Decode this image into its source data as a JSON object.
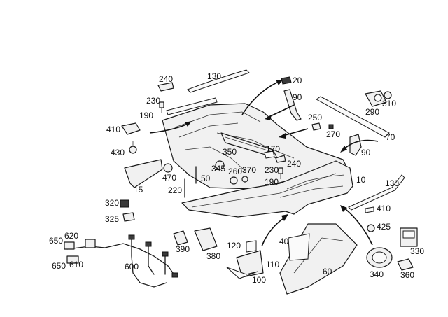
{
  "callouts": [
    {
      "id": "c240a",
      "text": "240"
    },
    {
      "id": "c130a",
      "text": "130"
    },
    {
      "id": "c20",
      "text": "20"
    },
    {
      "id": "c230a",
      "text": "230"
    },
    {
      "id": "c90a",
      "text": "90"
    },
    {
      "id": "c190a",
      "text": "190"
    },
    {
      "id": "c290",
      "text": "290"
    },
    {
      "id": "c310",
      "text": "310"
    },
    {
      "id": "c250",
      "text": "250"
    },
    {
      "id": "c410a",
      "text": "410"
    },
    {
      "id": "c270",
      "text": "270"
    },
    {
      "id": "c70",
      "text": "70"
    },
    {
      "id": "c430",
      "text": "430"
    },
    {
      "id": "c350",
      "text": "350"
    },
    {
      "id": "c170",
      "text": "170"
    },
    {
      "id": "c90b",
      "text": "90"
    },
    {
      "id": "c230b",
      "text": "230"
    },
    {
      "id": "c240b",
      "text": "240"
    },
    {
      "id": "c345",
      "text": "345"
    },
    {
      "id": "c260",
      "text": "260"
    },
    {
      "id": "c370",
      "text": "370"
    },
    {
      "id": "c470",
      "text": "470"
    },
    {
      "id": "c50",
      "text": "50"
    },
    {
      "id": "c190b",
      "text": "190"
    },
    {
      "id": "c10",
      "text": "10"
    },
    {
      "id": "c130b",
      "text": "130"
    },
    {
      "id": "c15",
      "text": "15"
    },
    {
      "id": "c220",
      "text": "220"
    },
    {
      "id": "c320",
      "text": "320"
    },
    {
      "id": "c410b",
      "text": "410"
    },
    {
      "id": "c325",
      "text": "325"
    },
    {
      "id": "c425",
      "text": "425"
    },
    {
      "id": "c620",
      "text": "620"
    },
    {
      "id": "c650a",
      "text": "650"
    },
    {
      "id": "c120",
      "text": "120"
    },
    {
      "id": "c40",
      "text": "40"
    },
    {
      "id": "c330",
      "text": "330"
    },
    {
      "id": "c390",
      "text": "390"
    },
    {
      "id": "c380",
      "text": "380"
    },
    {
      "id": "c650b",
      "text": "650"
    },
    {
      "id": "c610",
      "text": "610"
    },
    {
      "id": "c600",
      "text": "600"
    },
    {
      "id": "c110",
      "text": "110"
    },
    {
      "id": "c340",
      "text": "340"
    },
    {
      "id": "c360",
      "text": "360"
    },
    {
      "id": "c60",
      "text": "60"
    },
    {
      "id": "c100",
      "text": "100"
    }
  ]
}
